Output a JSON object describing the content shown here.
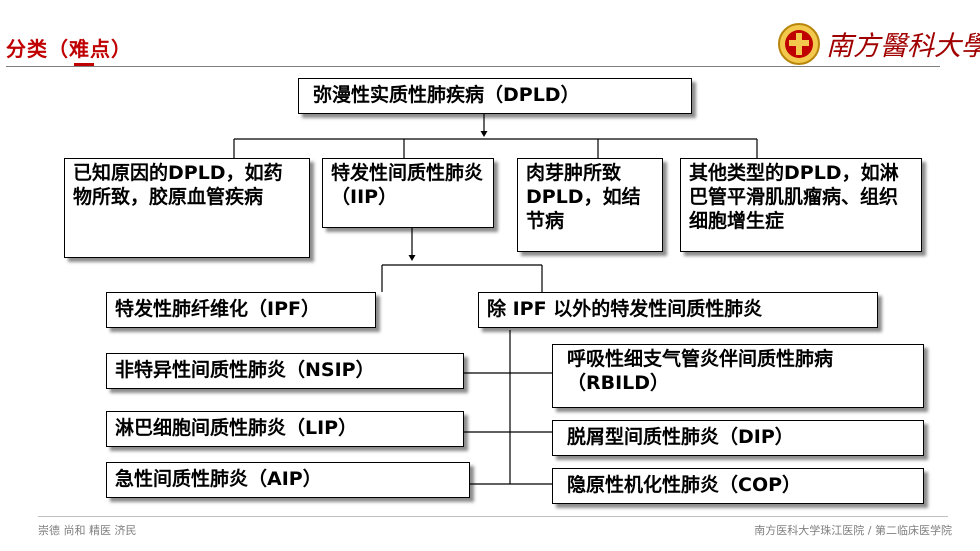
{
  "header": {
    "title": "分类（难点）",
    "logo_text": "南方醫科大學",
    "accent_color": "#c00000"
  },
  "diagram": {
    "root": "弥漫性实质性肺疾病（DPLD）",
    "level2": [
      "已知原因的DPLD，如药物所致，胶原血管疾病",
      "特发性间质性肺炎（IIP）",
      "肉芽肿所致DPLD，如结节病",
      "其他类型的DPLD，如淋巴管平滑肌肌瘤病、组织细胞增生症"
    ],
    "iip_children": {
      "ipf": "特发性肺纤维化（IPF）",
      "non_ipf": "除 IPF 以外的特发性间质性肺炎",
      "left_list": [
        "非特异性间质性肺炎（NSIP）",
        "淋巴细胞间质性肺炎（LIP）",
        "急性间质性肺炎（AIP）"
      ],
      "right_list": [
        "呼吸性细支气管炎伴间质性肺病（RBILD）",
        "脱屑型间质性肺炎（DIP）",
        "隐原性机化性肺炎（COP）"
      ]
    }
  },
  "footer": {
    "left": "崇德 尚和 精医 济民",
    "right": "南方医科大学珠江医院 / 第二临床医学院"
  }
}
